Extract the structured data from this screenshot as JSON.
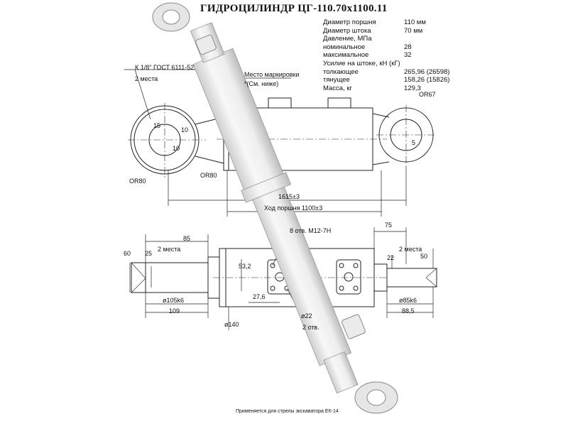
{
  "title": "ГИДРОЦИЛИНДР ЦГ-110.70х1100.11",
  "specs": [
    {
      "label": "Диаметр поршня",
      "value": "110 мм"
    },
    {
      "label": "Диаметр штока",
      "value": "70 мм"
    },
    {
      "label": "Давление, МПа",
      "value": ""
    },
    {
      "label": "номинальное",
      "value": "28"
    },
    {
      "label": "максимальное",
      "value": "32"
    },
    {
      "label": "Усилие на штоке, кН (кГ)",
      "value": ""
    },
    {
      "label": "толкающее",
      "value": "265,96 (26598)"
    },
    {
      "label": "тянущее",
      "value": "158,26 (15826)"
    },
    {
      "label": "Масса, кг",
      "value": "129,3"
    }
  ],
  "top_view": {
    "thread_note": "К 1/8\" ГОСТ 6111-52",
    "places": "2 места",
    "marking_place": "Место маркировки",
    "marking_note": "*(См. ниже)",
    "r_or67": "OR67",
    "r_or80_left": "OR80",
    "r_or80_right": "OR80",
    "dim_5": "5",
    "dim_10": "10",
    "dim_10b": "10",
    "dim_15": "15",
    "length": "1615±3",
    "stroke": "Ход поршня 1100±3"
  },
  "bottom_view": {
    "dim_85": "85",
    "dim_60": "60",
    "dim_25": "25",
    "places_left": "2 места",
    "bore_left": "ø105k6",
    "dim_109": "109",
    "threads": "8 отв. М12-7Н",
    "dim_532": "53,2",
    "dim_276": "27,6",
    "bore_22": "ø22",
    "holes_2": "2 отв.",
    "dia_140": "ø140",
    "dim_75": "75",
    "dim_22": "22",
    "places_right": "2 места",
    "dim_50": "50",
    "bore_right": "ø85k6",
    "dim_885": "88,5"
  },
  "footnote": "Применяется для стрелы экскаватора ЕК-14"
}
